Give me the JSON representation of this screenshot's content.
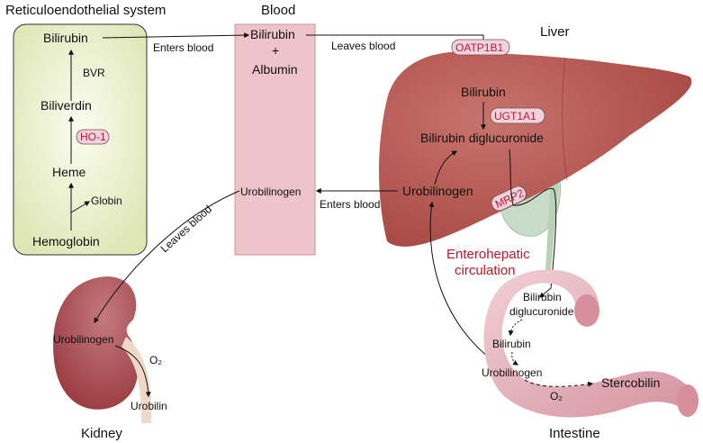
{
  "titles": {
    "res": "Reticuloendothelial system",
    "blood": "Blood",
    "liver": "Liver",
    "kidney": "Kidney",
    "intestine": "Intestine"
  },
  "res_box": {
    "bilirubin": "Bilirubin",
    "bvr": "BVR",
    "biliverdin": "Biliverdin",
    "ho1": "HO-1",
    "heme": "Heme",
    "globin": "Globin",
    "hemoglobin": "Hemoglobin"
  },
  "blood_box": {
    "bilirubin": "Bilirubin",
    "plus": "+",
    "albumin": "Albumin",
    "urobilinogen": "Urobilinogen"
  },
  "liver": {
    "oatp": "OATP1B1",
    "bilirubin": "Bilirubin",
    "ugt": "UGT1A1",
    "diglucuronide": "Bilirubin diglucuronide",
    "urobilinogen": "Urobilinogen",
    "mrp2": "MRP2"
  },
  "edges": {
    "enters_blood_top": "Enters blood",
    "leaves_blood_top": "Leaves blood",
    "enters_blood_mid": "Enters blood",
    "leaves_blood_kidney": "Leaves blood"
  },
  "enterohepatic": {
    "line1": "Enterohepatic",
    "line2": "circulation"
  },
  "kidney": {
    "urobilinogen": "Urobilinogen",
    "o2": "O₂",
    "urobilin": "Urobilin"
  },
  "intestine": {
    "bilirubin1": "Bilirubin",
    "diglucuronide": "diglucuronide",
    "bilirubin": "Bilirubin",
    "urobilinogen": "Urobilinogen",
    "o2": "O₂",
    "stercobilin": "Stercobilin"
  },
  "colors": {
    "res_fill": "#e6ecc4",
    "blood_fill": "#eec3c9",
    "liver_fill": "#b5554f",
    "kidney_fill": "#a8484d",
    "intestine_fill": "#e0a9b2",
    "gallbladder_fill": "#c8dcc8",
    "enzyme_text": "#c0163a",
    "enterohepatic_text": "#c0162a"
  }
}
